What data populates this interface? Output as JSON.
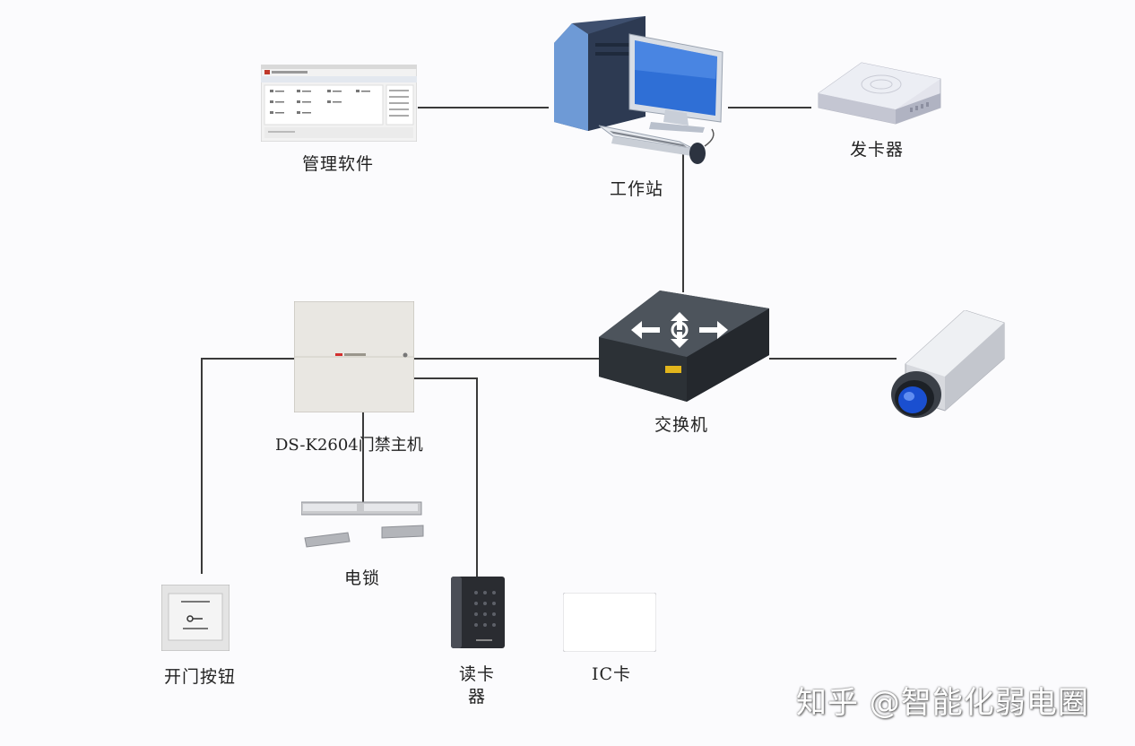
{
  "labels": {
    "software": "管理软件",
    "workstation": "工作站",
    "card_issuer": "发卡器",
    "switch": "交换机",
    "controller": "DS-K2604门禁主机",
    "lock": "电锁",
    "exit_button": "开门按钮",
    "reader_line1": "读卡",
    "reader_line2": "器",
    "ic_card": "IC卡"
  },
  "watermark": "知乎 @智能化弱电圈",
  "colors": {
    "background": "#fbfbfd",
    "wire": "#3a3a3a",
    "camera_lens": "#1a4fd0",
    "monitor_screen": "#2f6fd6"
  }
}
